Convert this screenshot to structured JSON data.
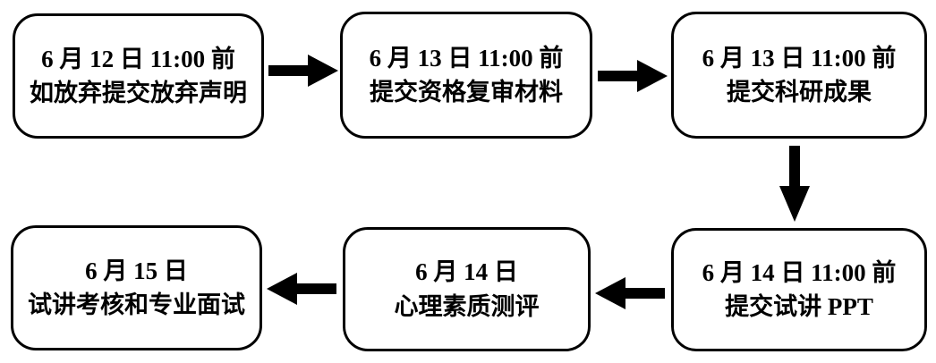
{
  "diagram": {
    "type": "flowchart",
    "background_color": "#ffffff",
    "line_color": "#000000",
    "nodes": [
      {
        "id": "step1",
        "line1": "6 月 12 日 11:00 前",
        "line2": "如放弃提交放弃声明"
      },
      {
        "id": "step2",
        "line1": "6 月 13 日 11:00 前",
        "line2": "提交资格复审材料"
      },
      {
        "id": "step3",
        "line1": "6 月 13 日 11:00 前",
        "line2": "提交科研成果"
      },
      {
        "id": "step4",
        "line1": "6 月 14 日 11:00 前",
        "line2": "提交试讲 PPT"
      },
      {
        "id": "step5",
        "line1": "6 月 14 日",
        "line2": "心理素质测评"
      },
      {
        "id": "step6",
        "line1": "6 月 15 日",
        "line2": "试讲考核和专业面试"
      }
    ],
    "arrows": [
      {
        "from": "step1",
        "to": "step2",
        "direction": "right"
      },
      {
        "from": "step2",
        "to": "step3",
        "direction": "right"
      },
      {
        "from": "step3",
        "to": "step4",
        "direction": "down"
      },
      {
        "from": "step4",
        "to": "step5",
        "direction": "left"
      },
      {
        "from": "step5",
        "to": "step6",
        "direction": "left"
      }
    ]
  }
}
